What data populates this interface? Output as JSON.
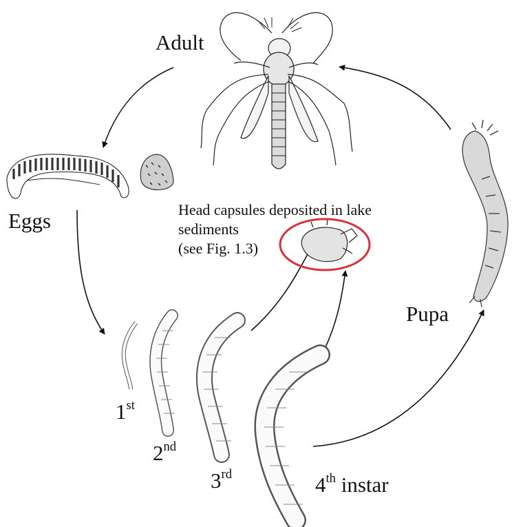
{
  "labels": {
    "adult": "Adult",
    "eggs": "Eggs",
    "pupa": "Pupa",
    "caption_line1": "Head capsules deposited in lake",
    "caption_line2": "sediments",
    "caption_line3": "(see Fig. 1.3)",
    "instar1_num": "1",
    "instar1_sup": "st",
    "instar2_num": "2",
    "instar2_sup": "nd",
    "instar3_num": "3",
    "instar3_sup": "rd",
    "instar4_num": "4",
    "instar4_sup": "th",
    "instar4_word": "instar"
  },
  "colors": {
    "highlight_ring": "#d9303a",
    "line": "#111111"
  }
}
